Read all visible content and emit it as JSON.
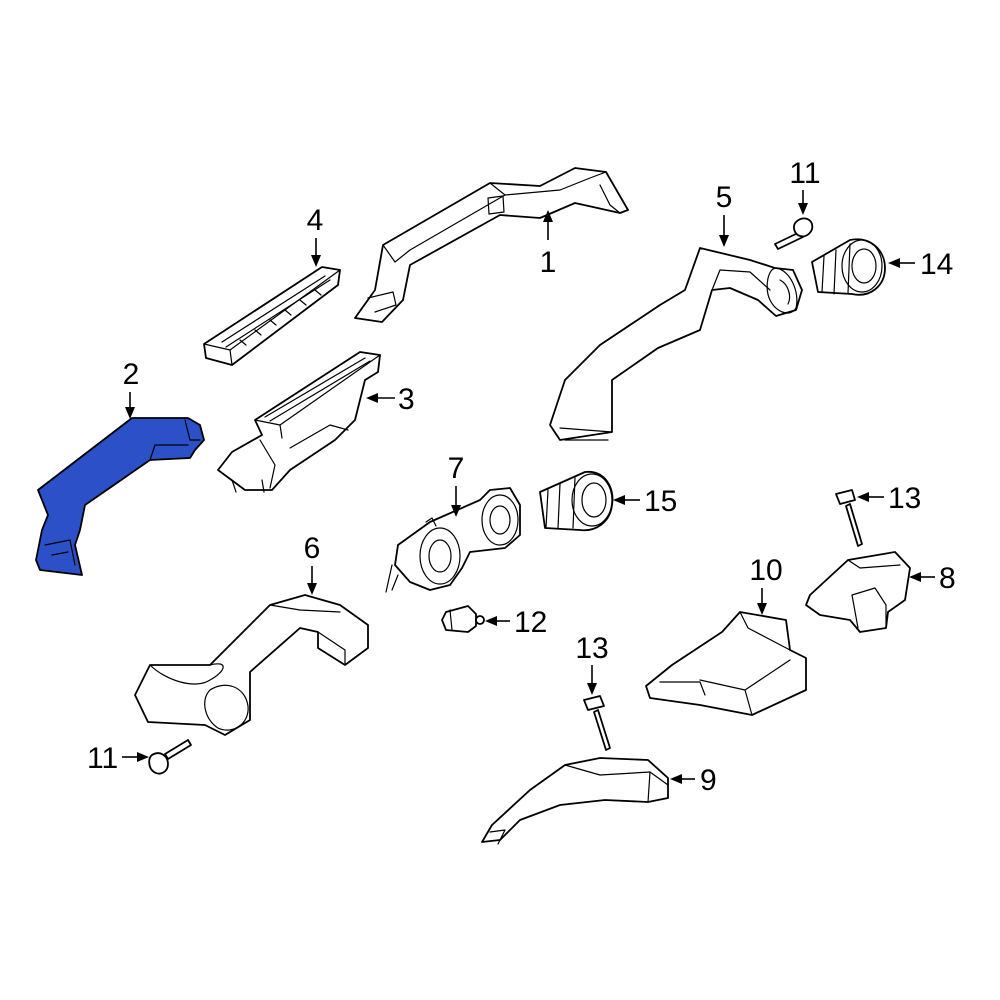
{
  "colors": {
    "highlight_part": "#2b50c8",
    "outline": "#000000",
    "background": "#ffffff"
  },
  "callouts": [
    {
      "id": "c1",
      "label": "1",
      "part": "duct-1"
    },
    {
      "id": "c2",
      "label": "2",
      "part": "duct-2",
      "highlighted": true
    },
    {
      "id": "c3",
      "label": "3",
      "part": "vent-3"
    },
    {
      "id": "c4",
      "label": "4",
      "part": "grille-4"
    },
    {
      "id": "c5",
      "label": "5",
      "part": "duct-5"
    },
    {
      "id": "c6",
      "label": "6",
      "part": "duct-6"
    },
    {
      "id": "c7",
      "label": "7",
      "part": "vent-assembly-7"
    },
    {
      "id": "c8",
      "label": "8",
      "part": "duct-8"
    },
    {
      "id": "c9",
      "label": "9",
      "part": "duct-9"
    },
    {
      "id": "c10",
      "label": "10",
      "part": "duct-10"
    },
    {
      "id": "c11a",
      "label": "11",
      "part": "screw-11-upper"
    },
    {
      "id": "c11b",
      "label": "11",
      "part": "screw-11-lower"
    },
    {
      "id": "c12",
      "label": "12",
      "part": "nozzle-12"
    },
    {
      "id": "c13a",
      "label": "13",
      "part": "fastener-13-upper"
    },
    {
      "id": "c13b",
      "label": "13",
      "part": "fastener-13-lower"
    },
    {
      "id": "c14",
      "label": "14",
      "part": "vent-14"
    },
    {
      "id": "c15",
      "label": "15",
      "part": "vent-15"
    }
  ]
}
